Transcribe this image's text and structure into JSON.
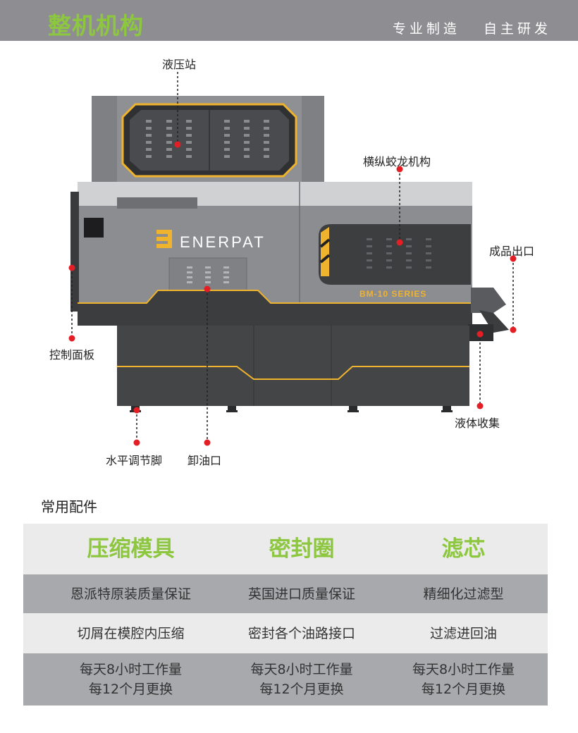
{
  "header": {
    "title": "整机机构",
    "slogan": "专业制造   自主研发"
  },
  "machine": {
    "brand_name": "ENERPAT",
    "series_label": "BM-10 SERIES",
    "callouts": {
      "hydraulic_station": "液压站",
      "screw_mechanism": "横纵蛟龙机构",
      "product_outlet": "成品出口",
      "control_panel": "控制面板",
      "liquid_collection": "液体收集",
      "leveling_feet": "水平调节脚",
      "oil_drain": "卸油口"
    },
    "colors": {
      "body_gray": "#8c8d91",
      "top_panel": "#c7c8ca",
      "dark_base": "#424345",
      "accent_yellow": "#f0b32d",
      "callout_red": "#e31e24"
    }
  },
  "accessories": {
    "section_title": "常用配件",
    "columns": [
      "压缩模具",
      "密封圈",
      "滤芯"
    ],
    "rows": [
      [
        "恩派特原装质量保证",
        "英国进口质量保证",
        "精细化过滤型"
      ],
      [
        "切屑在模腔内压缩",
        "密封各个油路接口",
        "过滤进回油"
      ],
      [
        [
          "每天8小时工作量",
          "每12个月更换"
        ],
        [
          "每天8小时工作量",
          "每12个月更换"
        ],
        [
          "每天8小时工作量",
          "每12个月更换"
        ]
      ]
    ],
    "colors": {
      "header_green": "#8dc63f",
      "row_dark": "#a7a9ac",
      "row_light": "#ebebeb"
    }
  }
}
